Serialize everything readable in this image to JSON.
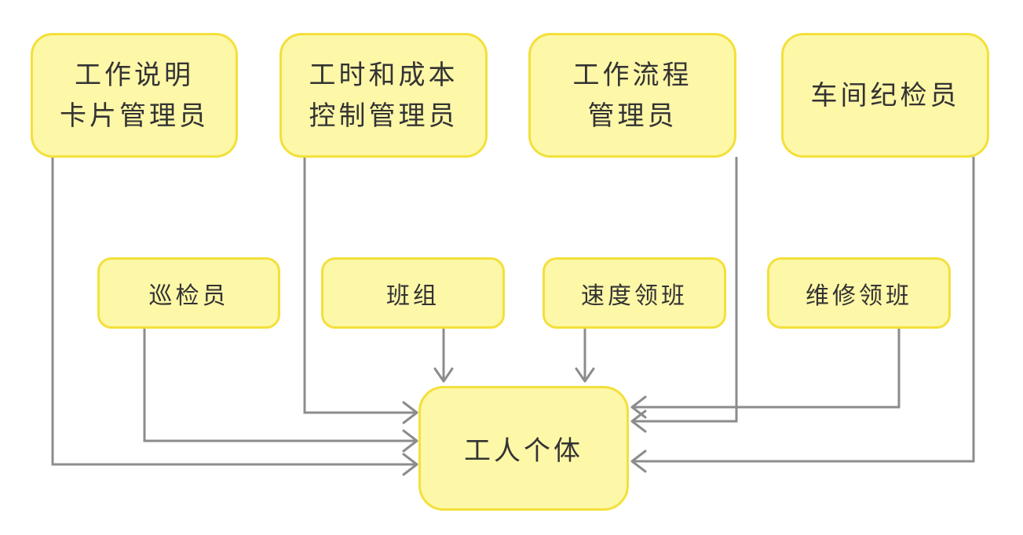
{
  "diagram": {
    "nodes": [
      {
        "id": "n1",
        "label": "工作说明\n卡片管理员"
      },
      {
        "id": "n2",
        "label": "工时和成本\n控制管理员"
      },
      {
        "id": "n3",
        "label": "工作流程\n管理员"
      },
      {
        "id": "n4",
        "label": "车间纪检员"
      },
      {
        "id": "n5",
        "label": "巡检员"
      },
      {
        "id": "n6",
        "label": "班组"
      },
      {
        "id": "n7",
        "label": "速度领班"
      },
      {
        "id": "n8",
        "label": "维修领班"
      },
      {
        "id": "n9",
        "label": "工人个体"
      }
    ],
    "edges": [
      {
        "from": "n1",
        "to": "n9"
      },
      {
        "from": "n2",
        "to": "n9"
      },
      {
        "from": "n3",
        "to": "n9"
      },
      {
        "from": "n4",
        "to": "n9"
      },
      {
        "from": "n5",
        "to": "n9"
      },
      {
        "from": "n6",
        "to": "n9"
      },
      {
        "from": "n7",
        "to": "n9"
      },
      {
        "from": "n8",
        "to": "n9"
      }
    ],
    "colors": {
      "node_fill": "#fdf7a8",
      "node_border": "#f3e03a",
      "edge": "#8c8c8c",
      "text": "#333333"
    }
  }
}
